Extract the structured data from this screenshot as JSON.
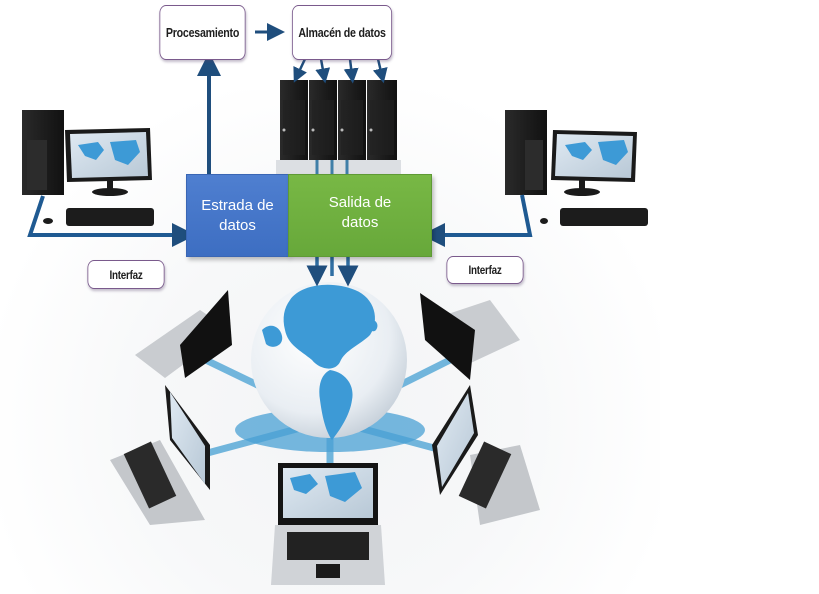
{
  "diagram": {
    "title": "Sistema de información en red",
    "nodes": {
      "processing": {
        "label": "Procesamiento"
      },
      "storage": {
        "label": "Almacén de datos"
      },
      "input": {
        "label": "Estrada de datos",
        "line1": "Estrada de",
        "line2": "datos",
        "color": "#4474c8"
      },
      "output": {
        "label": "Salida de datos",
        "line1": "Salida de",
        "line2": "datos",
        "color": "#70b040"
      },
      "interface_left": {
        "label": "Interfaz"
      },
      "interface_right": {
        "label": "Interfaz"
      }
    },
    "edges": [
      {
        "from": "input",
        "to": "processing"
      },
      {
        "from": "processing",
        "to": "storage"
      },
      {
        "from": "storage",
        "to": "servers"
      },
      {
        "from": "desktop-left",
        "to": "input"
      },
      {
        "from": "desktop-right",
        "to": "output"
      },
      {
        "from": "output",
        "to": "globe"
      }
    ],
    "illustration": {
      "servers": 4,
      "desktops": 2,
      "laptops": 5,
      "globe": "globe-icon"
    },
    "colors": {
      "arrow": "#1f4e7d",
      "label_border": "#7a5a8c",
      "network_line": "#4a9fd0",
      "map": "#3d9ad6"
    }
  }
}
